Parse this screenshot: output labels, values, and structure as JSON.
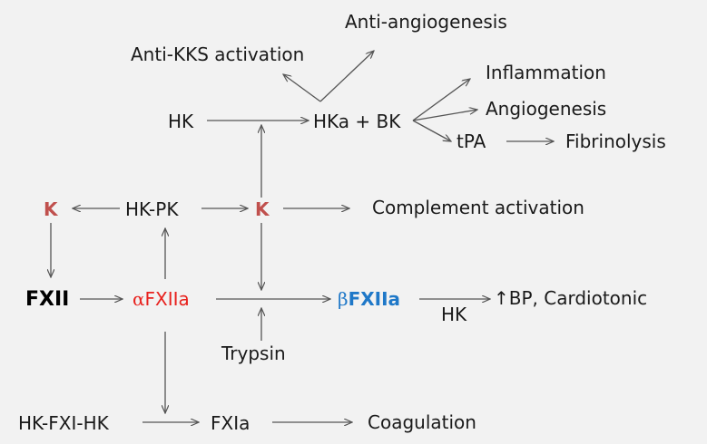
{
  "nodes": {
    "anti_angiogenesis": "Anti-angiogenesis",
    "anti_kks_activation": "Anti-KKS activation",
    "inflammation": "Inflammation",
    "angiogenesis": "Angiogenesis",
    "hk": "HK",
    "hka_bk": "HKa + BK",
    "tpa": "tPA",
    "fibrinolysis": "Fibrinolysis",
    "k_left": "K",
    "hk_pk": "HK-PK",
    "k_center": "K",
    "complement_activation": "Complement activation",
    "fxii": "FXII",
    "alpha_fxiia": {
      "greek": "α",
      "text": "FXIIa"
    },
    "beta_fxiia": {
      "greek": "β",
      "text": "FXIIa"
    },
    "hk_edge": "HK",
    "bp_cardiotonic": "↑BP, Cardiotonic",
    "trypsin": "Trypsin",
    "hk_fxi_hk": "HK-FXI-HK",
    "fxia": "FXIa",
    "coagulation": "Coagulation"
  },
  "colors": {
    "background": "#f2f2f2",
    "kallikrein": "#c0504d",
    "alpha_fxiia": "#e8221e",
    "beta_fxiia": "#1f78c8",
    "arrow": "#555555"
  }
}
